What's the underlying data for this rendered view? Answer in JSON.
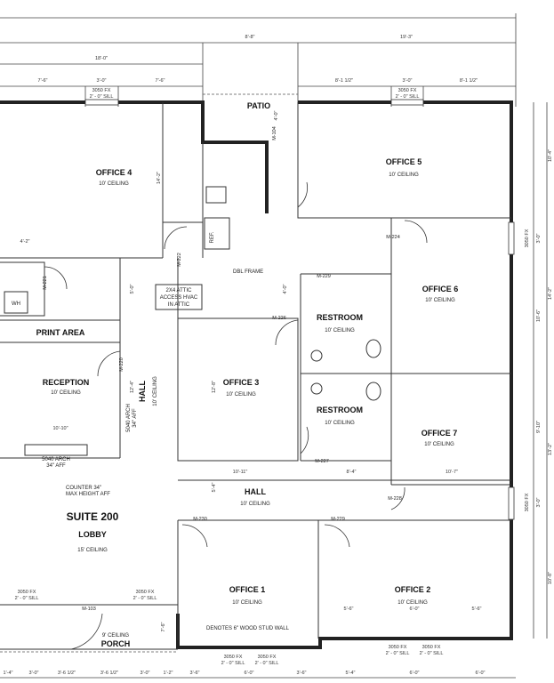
{
  "plan": {
    "rooms": [
      {
        "name": "OFFICE 4",
        "ceiling": "10' CEILING"
      },
      {
        "name": "PATIO",
        "ceiling": ""
      },
      {
        "name": "OFFICE 5",
        "ceiling": "10' CEILING"
      },
      {
        "name": "OFFICE 6",
        "ceiling": "10' CEILING"
      },
      {
        "name": "RESTROOM",
        "ceiling": "10' CEILING"
      },
      {
        "name": "RESTROOM",
        "ceiling": "10' CEILING"
      },
      {
        "name": "OFFICE 3",
        "ceiling": "10' CEILING"
      },
      {
        "name": "OFFICE 7",
        "ceiling": "10' CEILING"
      },
      {
        "name": "PRINT AREA",
        "ceiling": ""
      },
      {
        "name": "RECEPTION",
        "ceiling": "10' CEILING"
      },
      {
        "name": "HALL",
        "ceiling": "10' CEILING"
      },
      {
        "name": "HALL",
        "ceiling": "10' CEILING"
      },
      {
        "name": "SUITE 200",
        "ceiling": ""
      },
      {
        "name": "LOBBY",
        "ceiling": "15' CEILING"
      },
      {
        "name": "OFFICE 1",
        "ceiling": "10' CEILING"
      },
      {
        "name": "OFFICE 2",
        "ceiling": "10' CEILING"
      },
      {
        "name": "PORCH",
        "ceiling": "9' CEILING"
      }
    ],
    "top_dims": [
      "8'-8\"",
      "19'-3\"",
      "18'-0\"",
      "7'-6\"",
      "3'-0\"",
      "7'-6\"",
      "8'-1 1/2\"",
      "3'-0\"",
      "8'-1 1/2\""
    ],
    "bottom_dims": [
      "1'-4\"",
      "3'-0\"",
      "3'-6 1/2\"",
      "3'-6 1/2\"",
      "3'-0\"",
      "1'-2\"",
      "3'-6\"",
      "6'-0\"",
      "3'-6\"",
      "5'-4\"",
      "6'-0\"",
      "6'-0\""
    ],
    "right_dims": [
      "10'-4\"",
      "3'-0\"",
      "10'-6\"",
      "14'-2\"",
      "9'-10\"",
      "13'-2\"",
      "3'-0\"",
      "10'-8\""
    ],
    "interior_dims": [
      "14'-2\"",
      "4'-2\"",
      "5'-0\"",
      "4'-0\"",
      "4'-0\"",
      "12'-4\"",
      "12'-8\"",
      "10'-10\"",
      "10'-11\"",
      "8'-4\"",
      "10'-7\"",
      "5'-4\"",
      "5'-6\"",
      "6'-0\"",
      "5'-6\"",
      "7'-6\""
    ],
    "window_label": "3050 FX",
    "window_sill": "2' - 0\" SILL",
    "door_tags": [
      "M-104",
      "M-221",
      "M-222",
      "M-224",
      "M-229",
      "M-226",
      "M-220",
      "M-227",
      "M-228",
      "M-230",
      "M-229",
      "M-103"
    ],
    "notes": {
      "dbl_frame": "DBL FRAME",
      "attic": [
        "2X4 ATTIC",
        "ACCESS HVAC",
        "IN ATTIC"
      ],
      "ref": "REF.",
      "wh": "WH",
      "arch1": "5040 ARCH",
      "arch1_aff": "34\" AFF",
      "arch2": "5040 ARCH",
      "arch2_aff": "34\" AFF",
      "counter": [
        "COUNTER 34\"",
        "MAX HEIGHT AFF"
      ],
      "wood_stud": "DENOTES 6\" WOOD STUD WALL"
    }
  }
}
